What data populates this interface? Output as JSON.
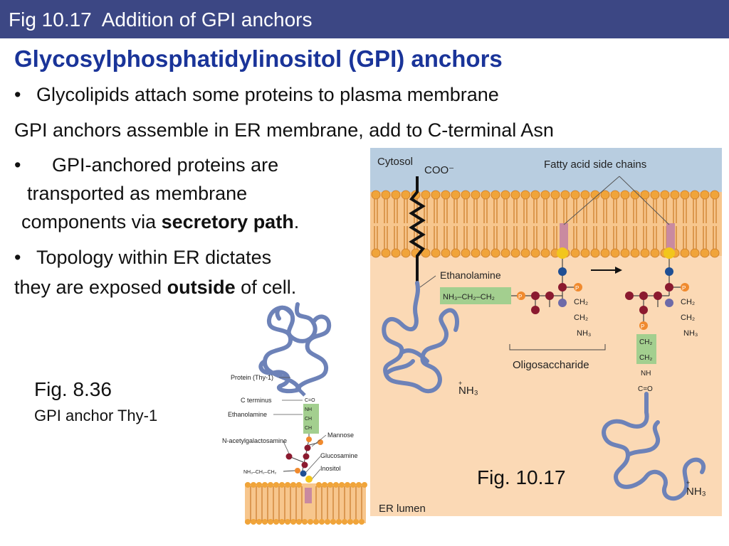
{
  "header": {
    "title": "Fig 10.17  Addition of GPI anchors"
  },
  "heading": "Glycosylphosphatidylinositol (GPI) anchors",
  "bullets": {
    "b1": "Glycolipids attach some proteins to plasma membrane",
    "l2": "GPI anchors assemble in ER membrane, add to C-terminal Asn",
    "b3_line1": "GPI-anchored proteins are",
    "b3_line2": "transported as membrane",
    "b3_line3_pre": "components via ",
    "b3_line3_bold": "secretory path",
    "b3_line3_post": ".",
    "b4_line1": "Topology within ER dictates",
    "b4_line2_pre": "they are exposed ",
    "b4_line2_bold": "outside",
    "b4_line2_post": " of cell."
  },
  "bullet_char": "•",
  "fig836": {
    "caption": "Fig. 8.36",
    "subcaption": "GPI anchor Thy-1",
    "labels": {
      "protein": "Protein (Thy-1)",
      "cterm": "C terminus",
      "ethanolamine": "Ethanolamine",
      "nacetyl": "N-acetylgalactosamine",
      "mannose": "Mannose",
      "glucosamine": "Glucosamine",
      "inositol": "Inositol",
      "co": "C=O",
      "nh": "NH",
      "ch2": "CH",
      "nh3chain": "NH₃–CH₂–CH₂"
    }
  },
  "fig1017": {
    "caption": "Fig. 10.17",
    "labels": {
      "cytosol": "Cytosol",
      "coo": "COO⁻",
      "fatty": "Fatty acid side chains",
      "ethanolamine": "Ethanolamine",
      "eth_formula": "NH₃–CH₂–CH₂",
      "ch2": "CH₂",
      "nh3": "NH₃",
      "nh": "NH",
      "co": "C=O",
      "oligo": "Oligosaccharide",
      "nh3_free": "NH₃",
      "nh3_bottom": "NH₃",
      "lumen": "ER lumen",
      "p": "P",
      "plus": "+"
    }
  },
  "colors": {
    "title_bg": "#3c4784",
    "heading": "#1a3499",
    "cytosol": "#b8cde0",
    "lumen": "#fbd9b5",
    "lipid_head": "#f0a43a",
    "protein": "#6d82b8",
    "sugar_red": "#8b1a2f",
    "sugar_blue": "#1f4f94",
    "inositol": "#f2c61c",
    "ethanolamine_box": "#a3cf8f"
  }
}
